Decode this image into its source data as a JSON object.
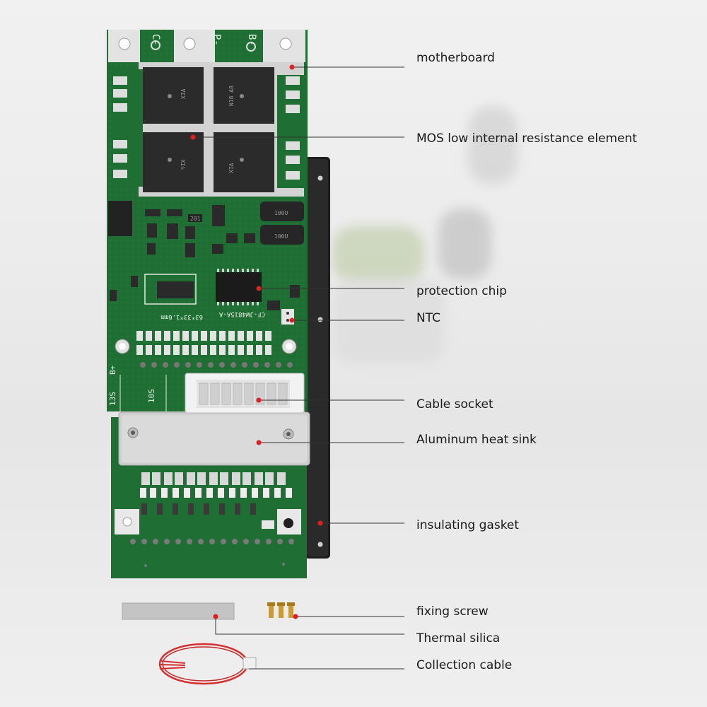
{
  "callouts": [
    {
      "key": "motherboard",
      "text": "motherboard"
    },
    {
      "key": "mos",
      "text": "MOS low internal resistance element"
    },
    {
      "key": "chip",
      "text": "protection chip"
    },
    {
      "key": "ntc",
      "text": "NTC"
    },
    {
      "key": "socket",
      "text": "Cable socket"
    },
    {
      "key": "heatsink",
      "text": "Aluminum heat sink"
    },
    {
      "key": "gasket",
      "text": "insulating gasket"
    },
    {
      "key": "screw",
      "text": "fixing screw"
    },
    {
      "key": "silica",
      "text": "Thermal silica"
    },
    {
      "key": "cable",
      "text": "Collection cable"
    }
  ],
  "board_silk": {
    "c": "C-",
    "p": "P-",
    "b": "B-",
    "s13": "13S",
    "bplus": "B+",
    "s10": "10S",
    "model": "CF-JW4815A-A",
    "dims": "63*33*1.6mm",
    "inductor1": "100U",
    "inductor2": "100U",
    "res": "201"
  },
  "mosfet_marking": [
    "XIA",
    "N18 A8",
    "YIX"
  ],
  "colors": {
    "pcb": "#1f6e33",
    "pcb_dark": "#17592a",
    "pad": "#d9d9d9",
    "callout_dot": "#e02020",
    "line": "#333333"
  }
}
